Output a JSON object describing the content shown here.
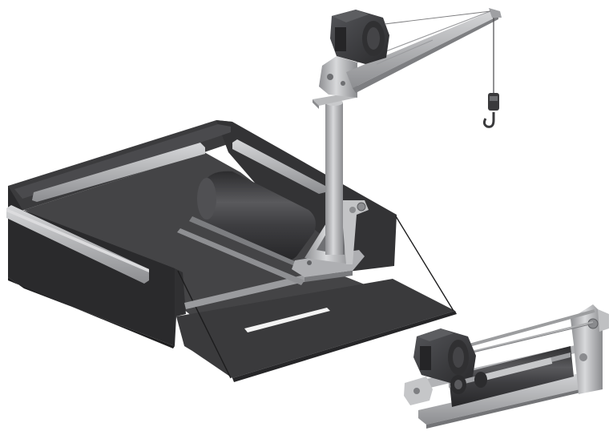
{
  "figure": {
    "background": "#ffffff",
    "colors": {
      "tray_dark": "#3a3a3c",
      "tray_side": "#2b2b2d",
      "tray_floor": "#48484a",
      "rail_metal": "#b9b9bb",
      "steel_light": "#cfd0d2",
      "steel_mid": "#a7a8aa",
      "steel_dark": "#7e7f82",
      "winch_body": "#3d3e40",
      "cable": "#6a6a6c"
    },
    "parts": [
      {
        "name": "tray",
        "icon": "tray-icon"
      },
      {
        "name": "crane",
        "icon": "crane-icon"
      },
      {
        "name": "folded-crane",
        "icon": "folded-crane-icon"
      }
    ]
  }
}
